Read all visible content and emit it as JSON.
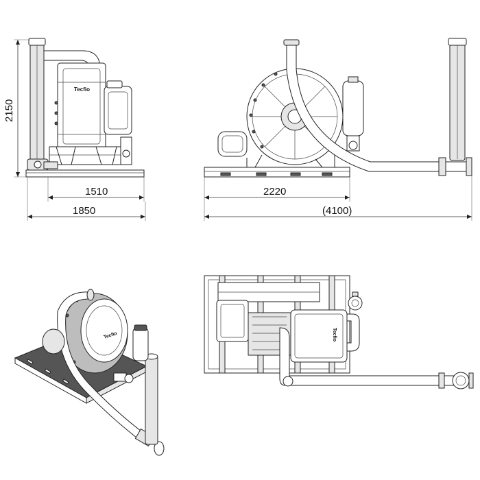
{
  "drawing": {
    "front_view": {
      "dim_height": "2150",
      "dim_frame_width": "1510",
      "dim_overall_width": "1850",
      "logo_text": "Tecfio"
    },
    "side_view": {
      "dim_frame_length": "2220",
      "dim_overall_length": "(4100)"
    },
    "iso_view": {
      "logo_text": "Tecfio"
    },
    "top_view": {
      "logo_text": "Tecfio"
    },
    "colors": {
      "line": "#222222",
      "background": "#ffffff"
    }
  }
}
